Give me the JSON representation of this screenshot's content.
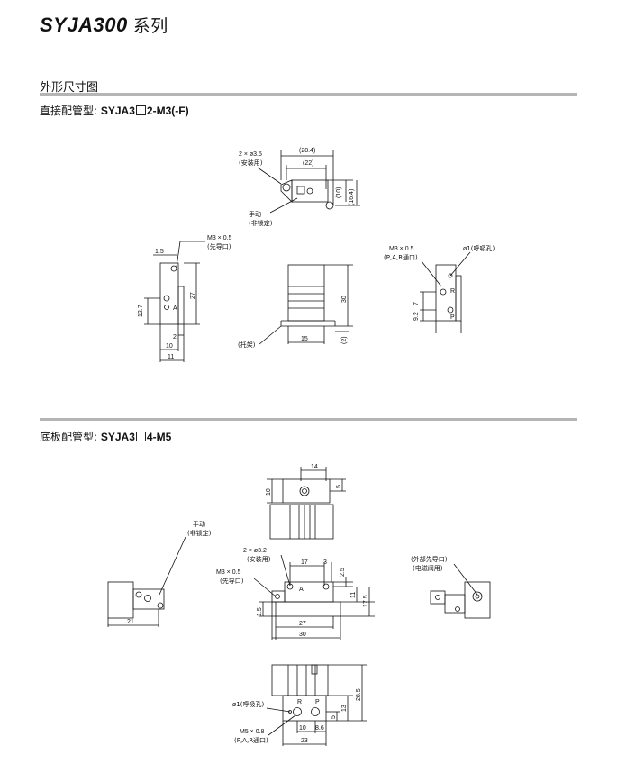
{
  "header": {
    "series": "SYJA300",
    "series_suffix": "系列"
  },
  "section": {
    "title": "外形尺寸图"
  },
  "part1": {
    "label": "直接配管型:",
    "code_a": "SYJA3",
    "code_b": "2-M3(-F)",
    "top_view": {
      "mount_holes": "2 × ø3.5",
      "mount_note": "(安装用)",
      "dim_w": "(28.4)",
      "dim_w2": "(22)",
      "dim_h1": "(10)",
      "dim_h2": "(16.4)",
      "manual": "手动",
      "manual_note": "(非锁定)"
    },
    "left_view": {
      "port_thread": "M3 × 0.5",
      "port_note": "(先导口)",
      "d1": "1.5",
      "d2": "12.7",
      "d3": "27",
      "d4": "2",
      "d5": "10",
      "d6": "11",
      "port_a": "A"
    },
    "mid_view": {
      "d1": "30",
      "d2": "15",
      "d3": "(2)",
      "bracket": "(托架)"
    },
    "right_view": {
      "port_thread": "M3 × 0.5",
      "port_note": "(P,A,R通口)",
      "breather": "ø1(呼吸孔)",
      "d1": "7",
      "d2": "9.2",
      "port_r": "R",
      "port_p": "P"
    }
  },
  "part2": {
    "label": "底板配管型:",
    "code_a": "SYJA3",
    "code_b": "4-M5",
    "top_view": {
      "d1": "14",
      "d2": "5",
      "d3": "10"
    },
    "left_view": {
      "manual": "手动",
      "manual_note": "(非锁定)",
      "d1": "21"
    },
    "center_view": {
      "mount_holes": "2 × ø3.2",
      "mount_note": "(安装用)",
      "port_thread": "M3 × 0.5",
      "port_note": "(先导口)",
      "d1": "17",
      "d2": "3",
      "d3": "2.5",
      "d4": "11",
      "d5": "17.5",
      "d6": "1.5",
      "d7": "27",
      "d8": "30",
      "port_a": "A"
    },
    "right_view": {
      "ext_pilot": "(外部先导口)",
      "ext_pilot_note": "(电磁阀用)"
    },
    "bottom_view": {
      "breather": "ø1(呼吸孔)",
      "port_thread": "M5 × 0.8",
      "port_note": "(P,A,R通口)",
      "d1": "28.5",
      "d2": "13",
      "d3": "5",
      "d4": "10",
      "d5": "8.6",
      "d6": "23",
      "port_r": "R",
      "port_p": "P"
    }
  }
}
